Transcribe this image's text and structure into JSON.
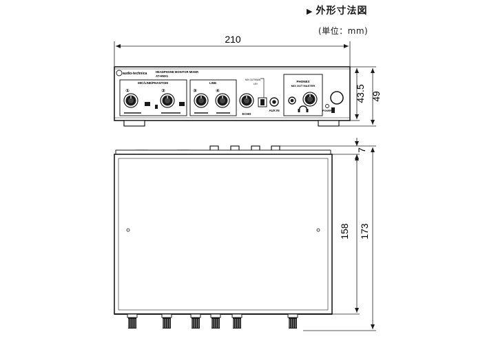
{
  "header": {
    "title": "外形寸法図",
    "unit": "(単位：mm)"
  },
  "dimensions": {
    "width": "210",
    "front_height_body": "43.5",
    "front_height_total": "49",
    "top_rear_protrusion": "7",
    "top_depth_body": "158",
    "top_depth_total": "173"
  },
  "front_panel": {
    "brand": "audio-technica",
    "model_line1": "HEADPHONE MONITOR MIXER",
    "model_line2": "AT-HMX1",
    "section_mic": "MIC/LINE/PHANTOM",
    "section_line": "LINE",
    "label_echo": "ECHO",
    "label_aux": "AUX IN",
    "section_phones_1": "PHONES",
    "section_phones_2": "MIX OUT MASTER",
    "label_power": "POWER",
    "label_sw1": "MIX OUT/MAIN",
    "label_sw2": "LEV"
  },
  "colors": {
    "line": "#1a1a1a",
    "panel": "#ffffff",
    "knob": "#1a1a1a"
  }
}
